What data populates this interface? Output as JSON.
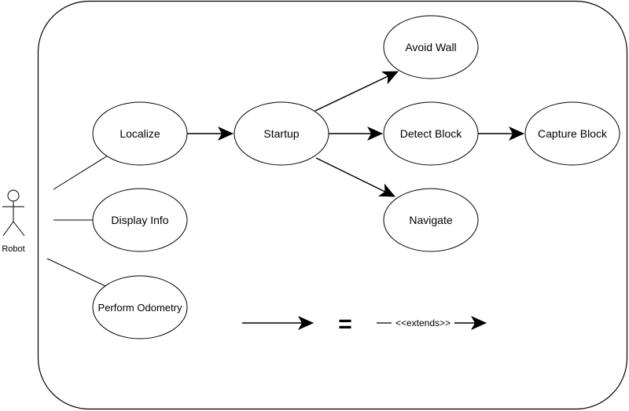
{
  "actor": {
    "label": "Robot"
  },
  "nodes": {
    "localize": "Localize",
    "display_info": "Display Info",
    "perform_odometry": "Perform Odometry",
    "startup": "Startup",
    "avoid_wall": "Avoid Wall",
    "detect_block": "Detect Block",
    "navigate": "Navigate",
    "capture_block": "Capture Block"
  },
  "legend": {
    "equals": "=",
    "extends_label": "<<extends>>"
  }
}
